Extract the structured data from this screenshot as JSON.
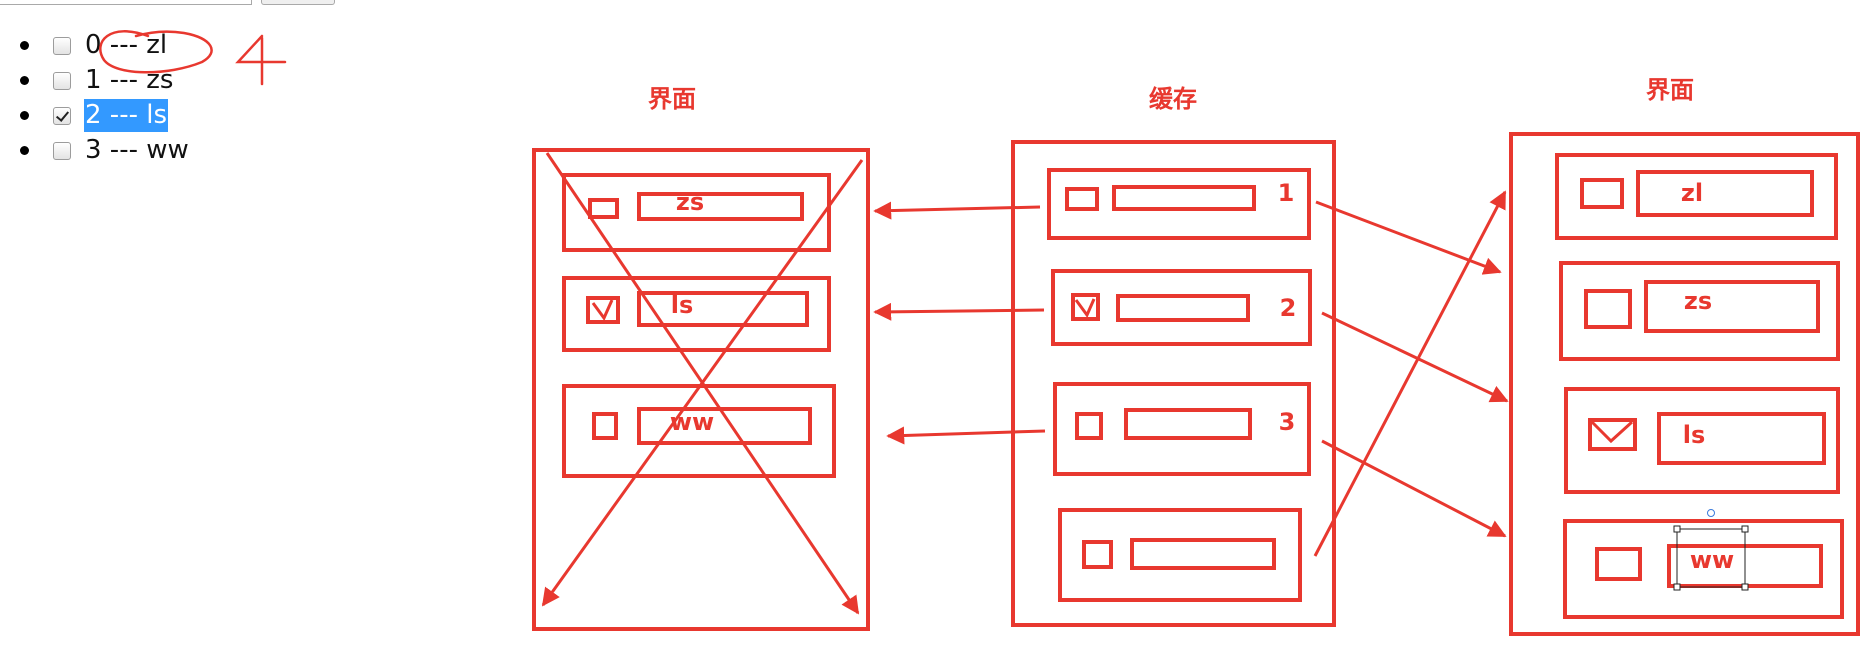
{
  "todo_list": {
    "items": [
      {
        "text": "0 --- zl",
        "checked": false
      },
      {
        "text": "1 --- zs",
        "checked": false
      },
      {
        "text": "2 --- ls",
        "checked": true
      },
      {
        "text": "3 --- ww",
        "checked": false
      }
    ]
  },
  "annotation": {
    "handwritten_number": "4"
  },
  "diagram": {
    "color": "#e8382f",
    "left_panel": {
      "title": "界面",
      "rows": [
        "zs",
        "ls",
        "ww"
      ],
      "crossed_out": true
    },
    "cache_panel": {
      "title": "缓存",
      "rows": [
        "1",
        "2",
        "3",
        ""
      ]
    },
    "right_panel": {
      "title": "界面",
      "rows": [
        "zl",
        "zs",
        "ls",
        "ww"
      ]
    }
  }
}
